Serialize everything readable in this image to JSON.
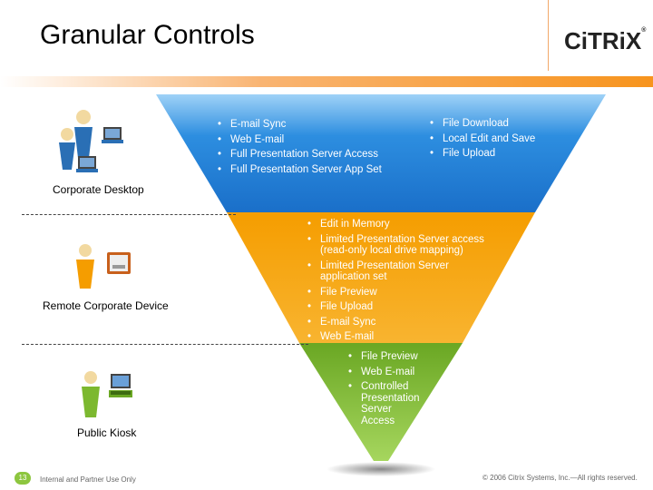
{
  "slide": {
    "title": "Granular Controls",
    "logo_text": "CiTRiX",
    "logo_mark": "®"
  },
  "groups": [
    {
      "label": "Corporate Desktop",
      "icon": "corporate-users-icon",
      "bullets_left": [
        "E-mail Sync",
        "Web E-mail",
        "Full Presentation Server Access",
        "Full Presentation Server App Set"
      ],
      "bullets_right": [
        "File Download",
        "Local Edit and Save",
        "File Upload"
      ]
    },
    {
      "label": "Remote Corporate Device",
      "icon": "remote-user-icon",
      "bullets": [
        "Edit in Memory",
        "Limited Presentation Server access (read-only local drive mapping)",
        "Limited Presentation Server application set",
        "File Preview",
        "File Upload",
        "E-mail Sync",
        "Web E-mail"
      ]
    },
    {
      "label": "Public Kiosk",
      "icon": "kiosk-user-icon",
      "bullets": [
        "File Preview",
        "Web E-mail",
        "Controlled Presentation Server Access"
      ]
    }
  ],
  "footer": {
    "page_number": "13",
    "left_text": "Internal and Partner Use Only",
    "right_text": "© 2006 Citrix Systems, Inc.—All rights reserved."
  },
  "colors": {
    "accent_orange": "#f7941d",
    "funnel_blue": "#1e7fd8",
    "funnel_orange": "#f5a000",
    "funnel_green": "#7cb82f"
  }
}
